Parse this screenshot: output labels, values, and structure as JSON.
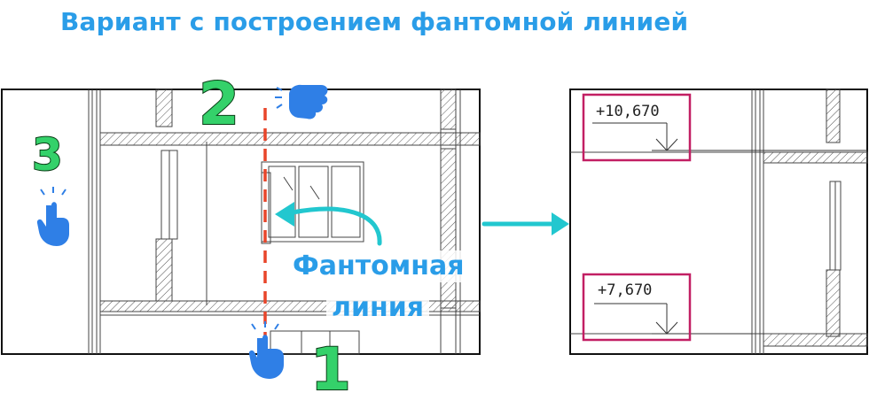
{
  "title": "Вариант с построением фантомной линией",
  "phantom_label_line1": "Фантомная",
  "phantom_label_line2": "линия",
  "step_numbers": [
    "1",
    "2",
    "3"
  ],
  "elevations": [
    "+10,670",
    "+7,670"
  ],
  "colors": {
    "title_blue": "#2a9de8",
    "step_green": "#34d16a",
    "arrow_teal": "#22c7cf",
    "phantom_red": "#e8452a",
    "highlight_magenta": "#c21f63",
    "hand_blue": "#2f7fe6"
  },
  "icons": [
    "pointing-hand-icon",
    "tapping-hand-icon",
    "curved-arrow-icon",
    "right-arrow-icon",
    "elevation-marker-icon"
  ]
}
